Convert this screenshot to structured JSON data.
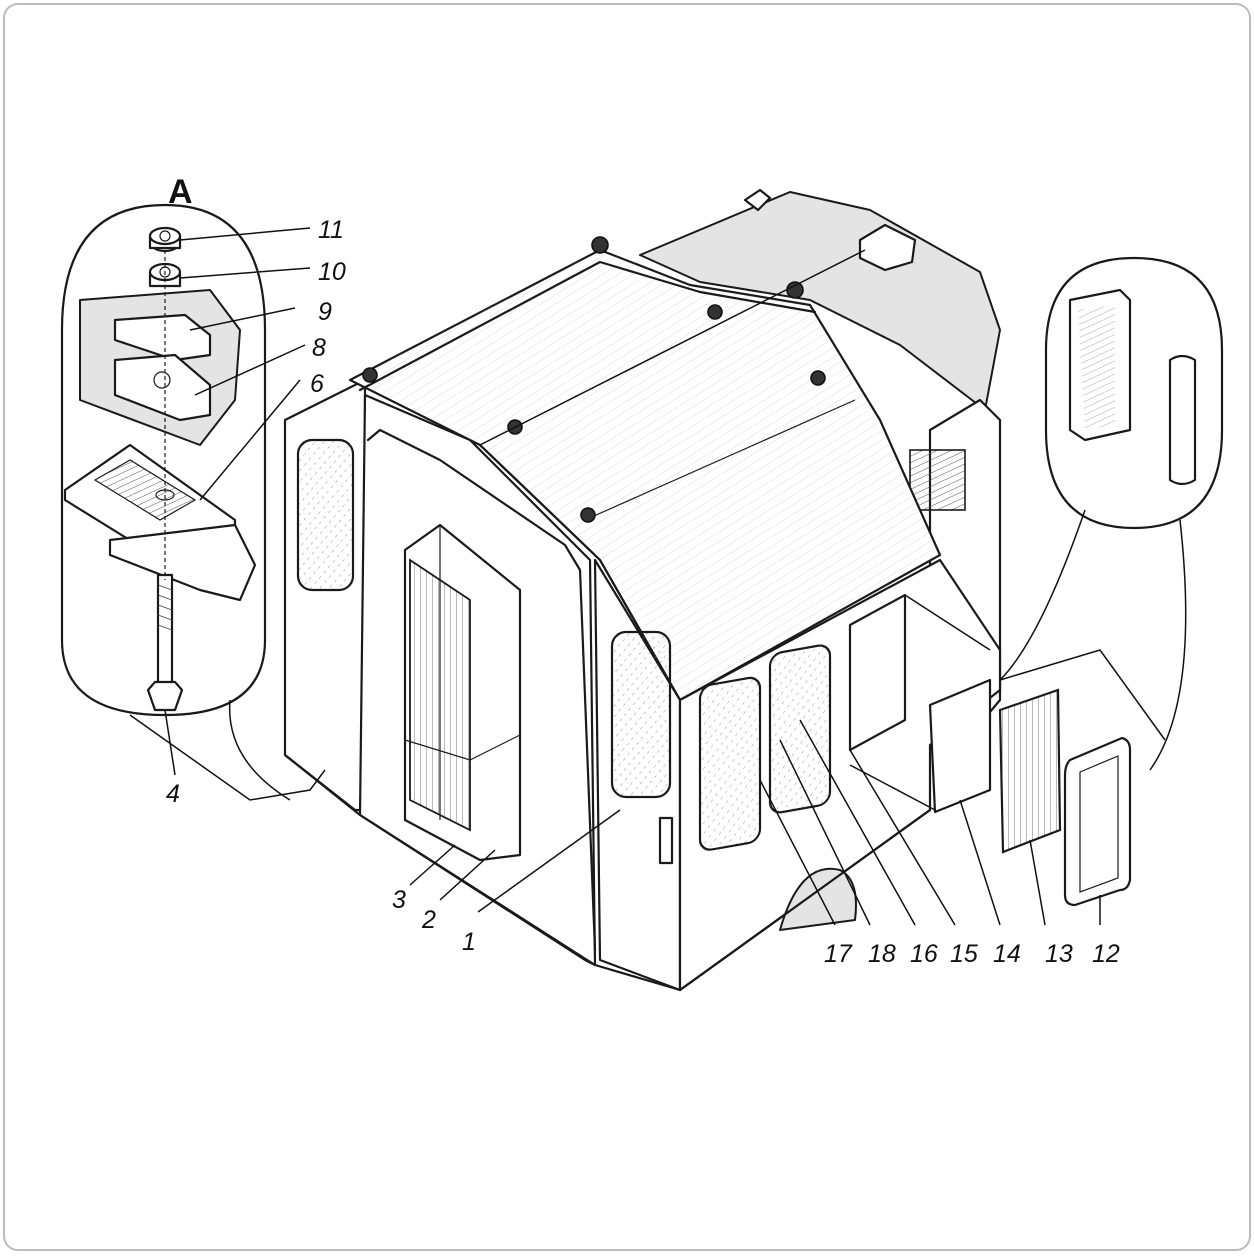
{
  "section_label": "A",
  "callouts": [
    {
      "id": "11",
      "text": "11"
    },
    {
      "id": "10",
      "text": "10"
    },
    {
      "id": "9",
      "text": "9"
    },
    {
      "id": "8",
      "text": "8"
    },
    {
      "id": "6",
      "text": "6"
    },
    {
      "id": "4",
      "text": "4"
    },
    {
      "id": "3",
      "text": "3"
    },
    {
      "id": "2",
      "text": "2"
    },
    {
      "id": "1",
      "text": "1"
    },
    {
      "id": "17",
      "text": "17"
    },
    {
      "id": "18",
      "text": "18"
    },
    {
      "id": "16",
      "text": "16"
    },
    {
      "id": "15",
      "text": "15"
    },
    {
      "id": "14",
      "text": "14"
    },
    {
      "id": "13",
      "text": "13"
    },
    {
      "id": "12",
      "text": "12"
    }
  ],
  "colors": {
    "ink": "#1a1a1a",
    "paper": "#ffffff",
    "shade": "#e4e4e4"
  }
}
